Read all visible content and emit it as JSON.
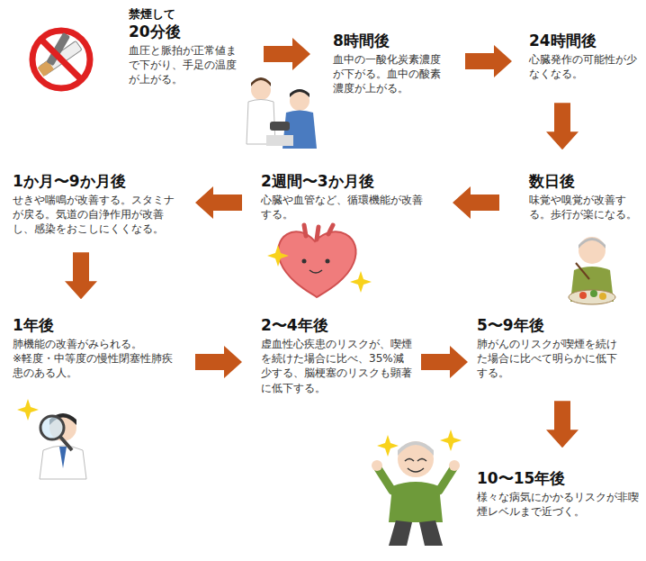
{
  "diagram": {
    "nodes": [
      {
        "text": [
          "禁煙して",
          "20分後",
          "血圧と脈拍が正常値まで下がり、手足の温度が上がる。"
        ]
      },
      {
        "text": [
          "8時間後",
          "血中の一酸化炭素濃度が下がる。血中の酸素濃度が上がる。"
        ]
      },
      {
        "text": [
          "24時間後",
          "心臓発作の可能性が少なくなる。"
        ]
      },
      {
        "text": [
          "数日後",
          "味覚や嗅覚が改善する。歩行が楽になる。"
        ]
      },
      {
        "text": [
          "2週間〜3か月後",
          "心臓や血管など、循環機能が改善する。"
        ]
      },
      {
        "text": [
          "1か月〜9か月後",
          "せきや喘鳴が改善する。スタミナが戻る。気道の自浄作用が改善し、感染をおこしにくくなる。"
        ]
      },
      {
        "text": [
          "1年後",
          "肺機能の改善がみられる。",
          "※軽度・中等度の慢性閉塞性肺疾患のある人。"
        ]
      },
      {
        "text": [
          "2〜4年後",
          "虚血性心疾患のリスクが、喫煙を続けた場合に比べ、35%減少する、脳梗塞のリスクも顕著に低下する。"
        ]
      },
      {
        "text": [
          "5〜9年後",
          "肺がんのリスクが喫煙を続けた場合に比べて明らかに低下する。"
        ]
      },
      {
        "text": [
          "10〜15年後",
          "様々な病気にかかるリスクが非喫煙レベルまで近づく。"
        ]
      }
    ],
    "edges": [
      {
        "from": 0,
        "to": 1,
        "arrow": "to"
      },
      {
        "from": 1,
        "to": 2,
        "arrow": "to"
      },
      {
        "from": 2,
        "to": 3,
        "arrow": "to"
      },
      {
        "from": 3,
        "to": 4,
        "arrow": "to"
      },
      {
        "from": 4,
        "to": 5,
        "arrow": "to"
      },
      {
        "from": 5,
        "to": 6,
        "arrow": "to"
      },
      {
        "from": 6,
        "to": 7,
        "arrow": "to"
      },
      {
        "from": 7,
        "to": 8,
        "arrow": "to"
      },
      {
        "from": 8,
        "to": 9,
        "arrow": "to"
      }
    ]
  }
}
